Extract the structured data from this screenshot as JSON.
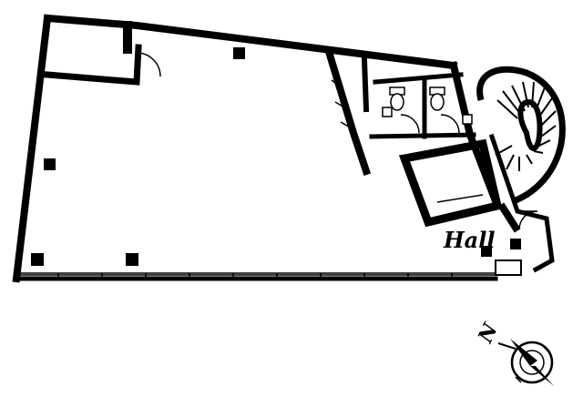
{
  "floor_plan": {
    "watermark": "TSP",
    "room_label": "Hall",
    "compass_label": "N",
    "colors": {
      "wall": "#000000",
      "background": "#ffffff",
      "watermark": "#e6e6e6"
    }
  }
}
